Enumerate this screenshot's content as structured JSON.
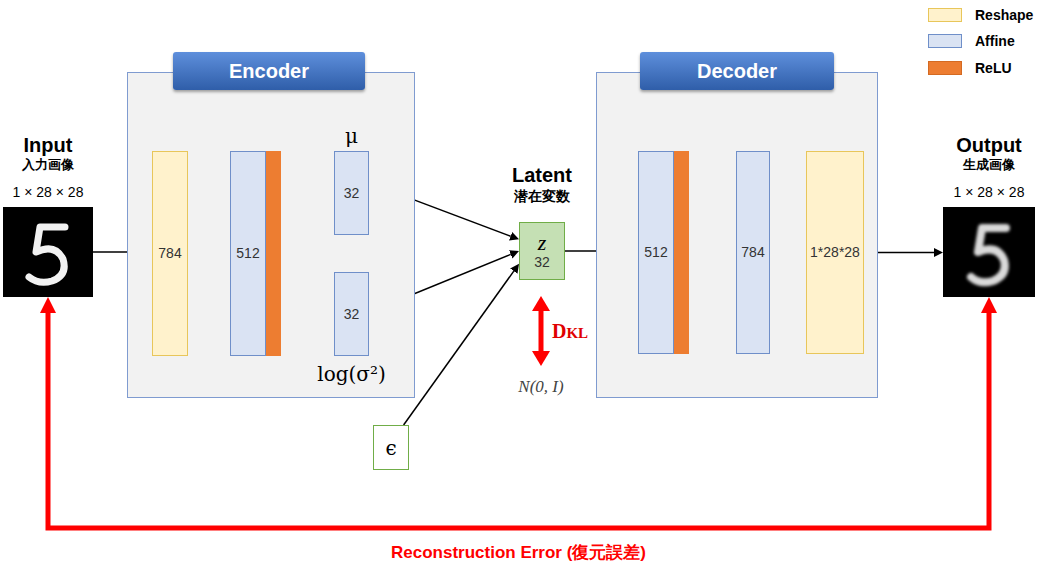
{
  "diagram": {
    "nodes": [
      {
        "text": [
          "Input",
          "入力画像",
          "1 × 28 × 28"
        ]
      },
      {
        "text": [
          "Encoder"
        ]
      },
      {
        "text": [
          "784"
        ],
        "in": 1
      },
      {
        "text": [
          "512"
        ],
        "in": 1
      },
      {
        "text": [
          "μ",
          "32"
        ],
        "in": 1
      },
      {
        "text": [
          "32",
          "log(σ²)"
        ],
        "in": 1
      },
      {
        "text": [
          "Latent",
          "潜在変数",
          "z",
          "32"
        ]
      },
      {
        "text": [
          "ϵ"
        ]
      },
      {
        "text": [
          "Decoder"
        ]
      },
      {
        "text": [
          "512"
        ],
        "in": 8
      },
      {
        "text": [
          "784"
        ],
        "in": 8
      },
      {
        "text": [
          "1*28*28"
        ],
        "in": 8
      },
      {
        "text": [
          "Output",
          "生成画像",
          "1 × 28 × 28"
        ]
      }
    ],
    "edges": [
      {
        "from": 0,
        "to": 2,
        "arrow": "to"
      },
      {
        "from": 2,
        "to": 3,
        "arrow": "to"
      },
      {
        "from": 3,
        "to": 4,
        "arrow": "to"
      },
      {
        "from": 3,
        "to": 5,
        "arrow": "to"
      },
      {
        "from": 4,
        "to": 6,
        "arrow": "to"
      },
      {
        "from": 5,
        "to": 6,
        "arrow": "to"
      },
      {
        "from": 7,
        "to": 6,
        "arrow": "to"
      },
      {
        "from": 6,
        "to": 9,
        "arrow": "to"
      },
      {
        "from": 9,
        "to": 10,
        "arrow": "to"
      },
      {
        "from": 10,
        "to": 11,
        "arrow": "to"
      },
      {
        "from": 11,
        "to": 12,
        "arrow": "to"
      },
      {
        "from": 12,
        "to": 0,
        "label": "Reconstruction Error (復元誤差)",
        "arrow": "both"
      }
    ],
    "labels": [
      "DKL",
      "N(0, I)"
    ],
    "legend": [
      {
        "text": "Reshape",
        "color": "#fff2cc"
      },
      {
        "text": "Affine",
        "color": "#dae3f3"
      },
      {
        "text": "ReLU",
        "color": "#ed7d31"
      }
    ]
  }
}
